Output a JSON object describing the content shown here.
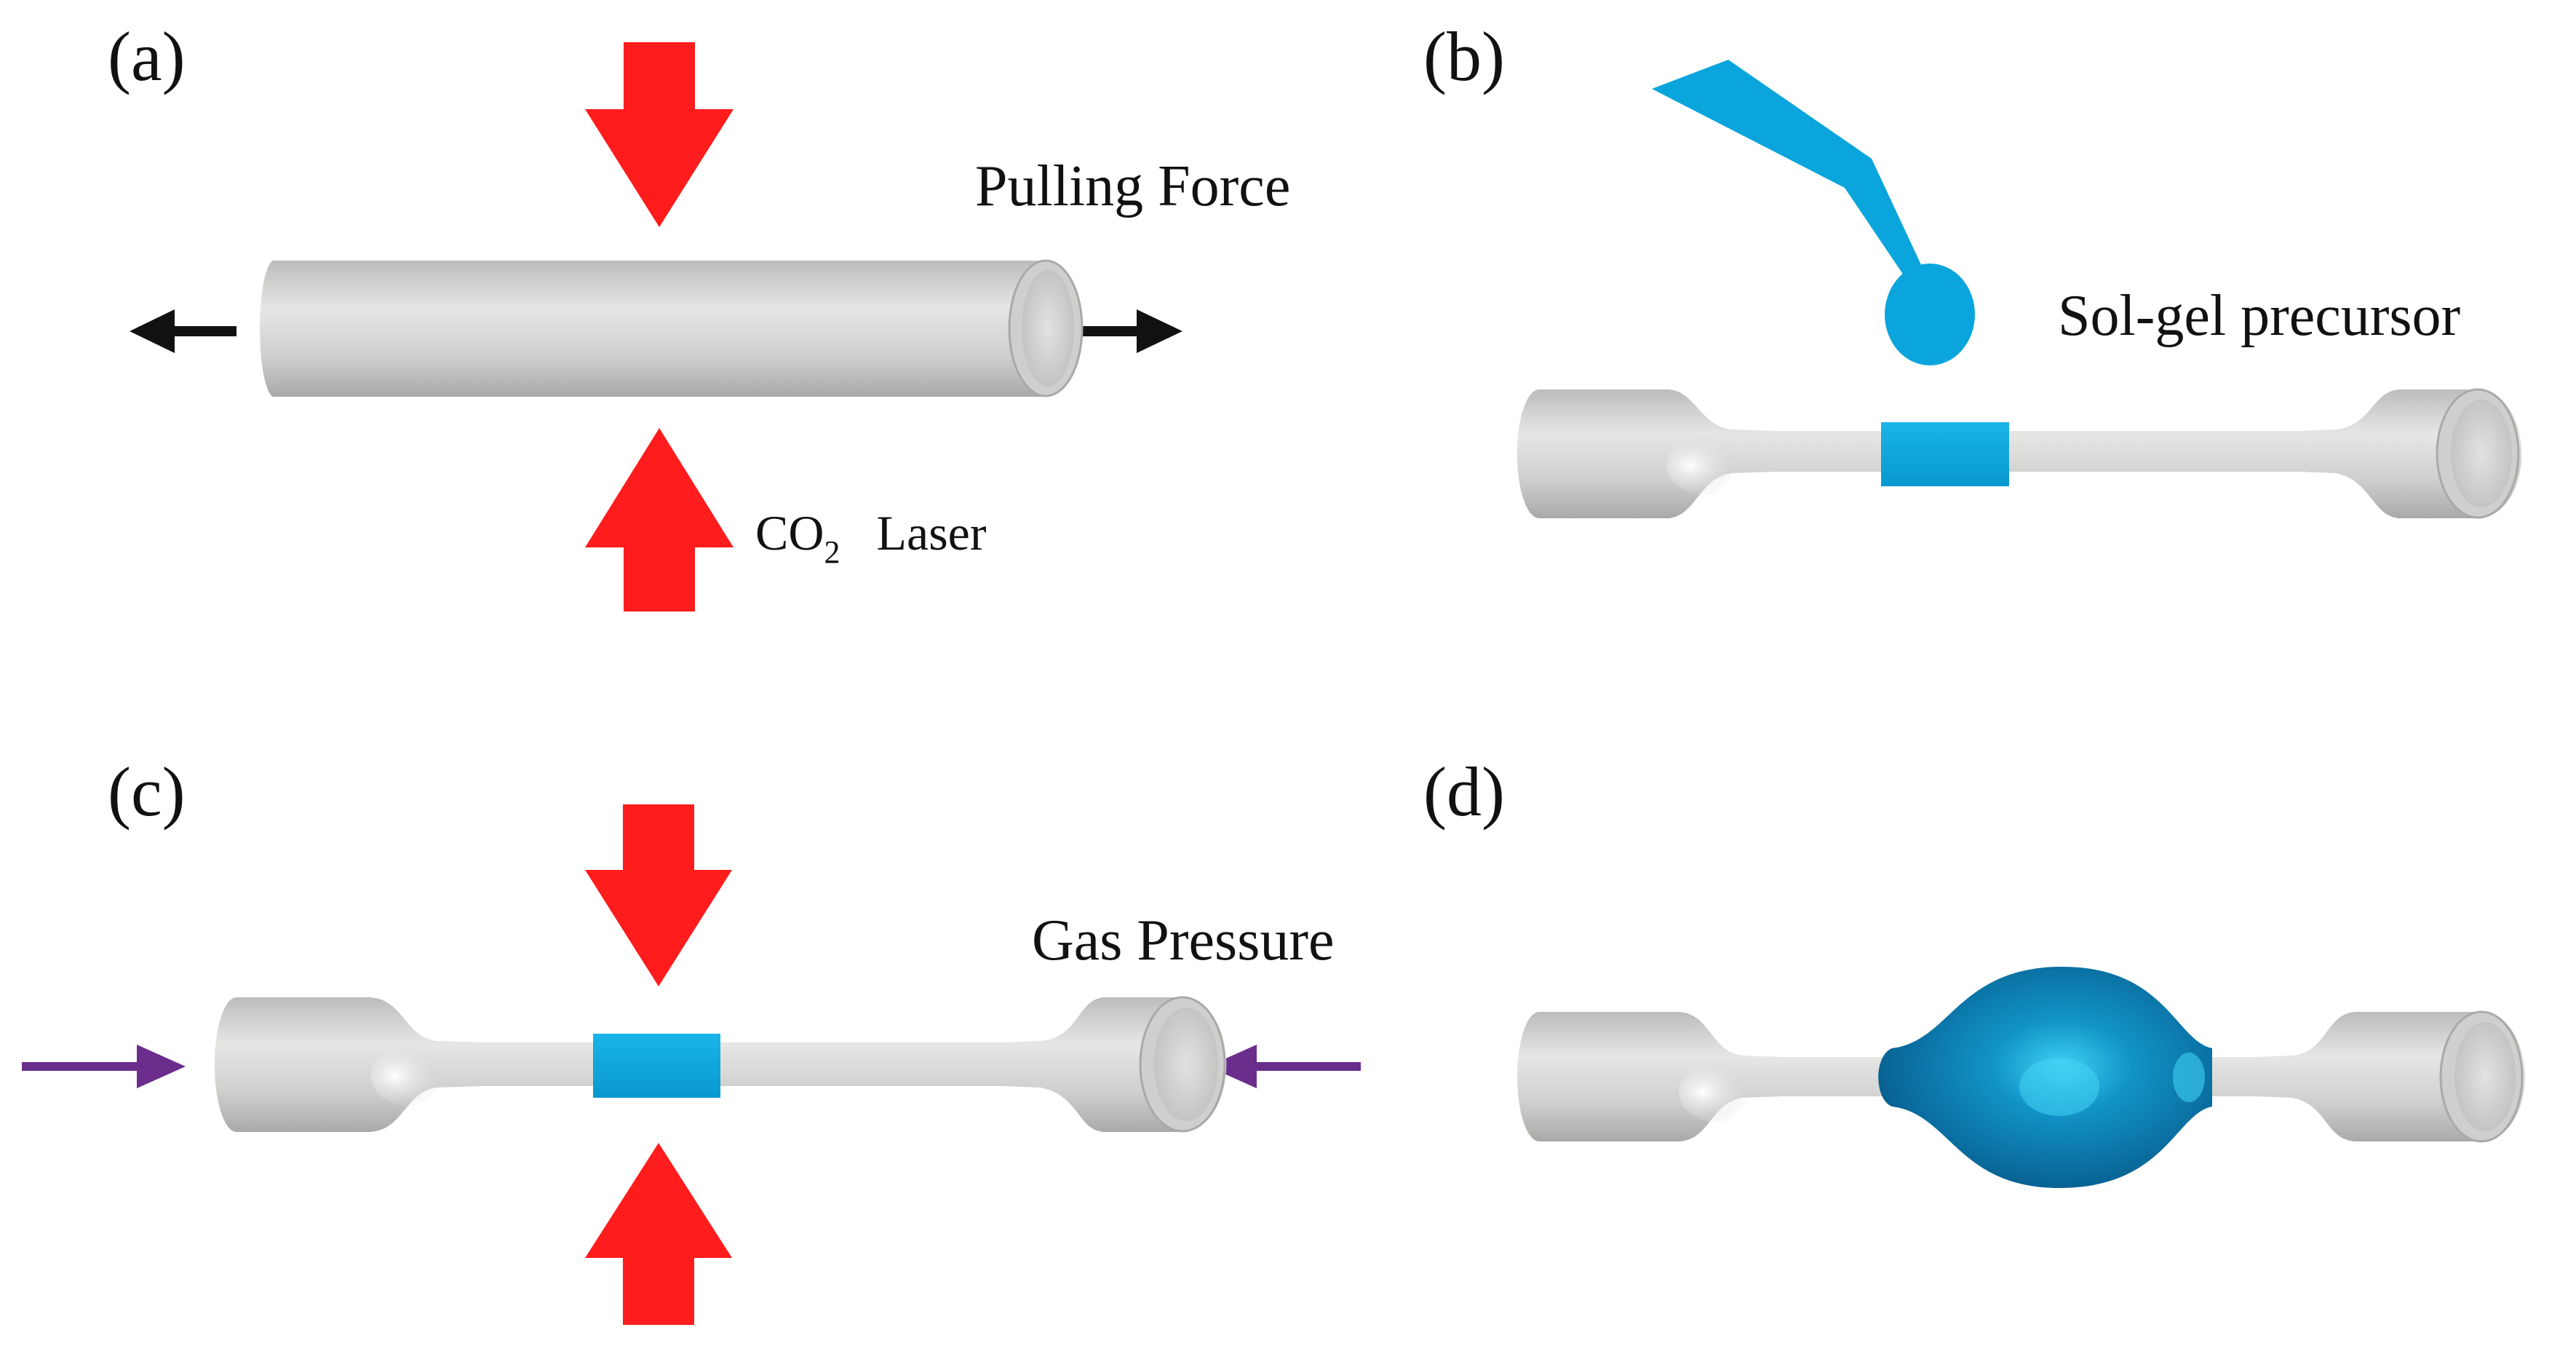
{
  "panels": {
    "a": {
      "label": "(a)",
      "pulling_label": "Pulling Force",
      "laser_label": "CO",
      "laser_subscript": "2",
      "laser_label_suffix": "Laser"
    },
    "b": {
      "label": "(b)",
      "precursor_label": "Sol-gel precursor"
    },
    "c": {
      "label": "(c)",
      "gas_label": "Gas Pressure"
    },
    "d": {
      "label": "(d)"
    }
  },
  "colors": {
    "laser_arrow": "#fe1c1c",
    "pull_arrow": "#111111",
    "gas_arrow": "#6a2d8c",
    "coating": "#0aa5dc",
    "bubble": "#0a7fb4",
    "glass": "#c9c9c7"
  }
}
